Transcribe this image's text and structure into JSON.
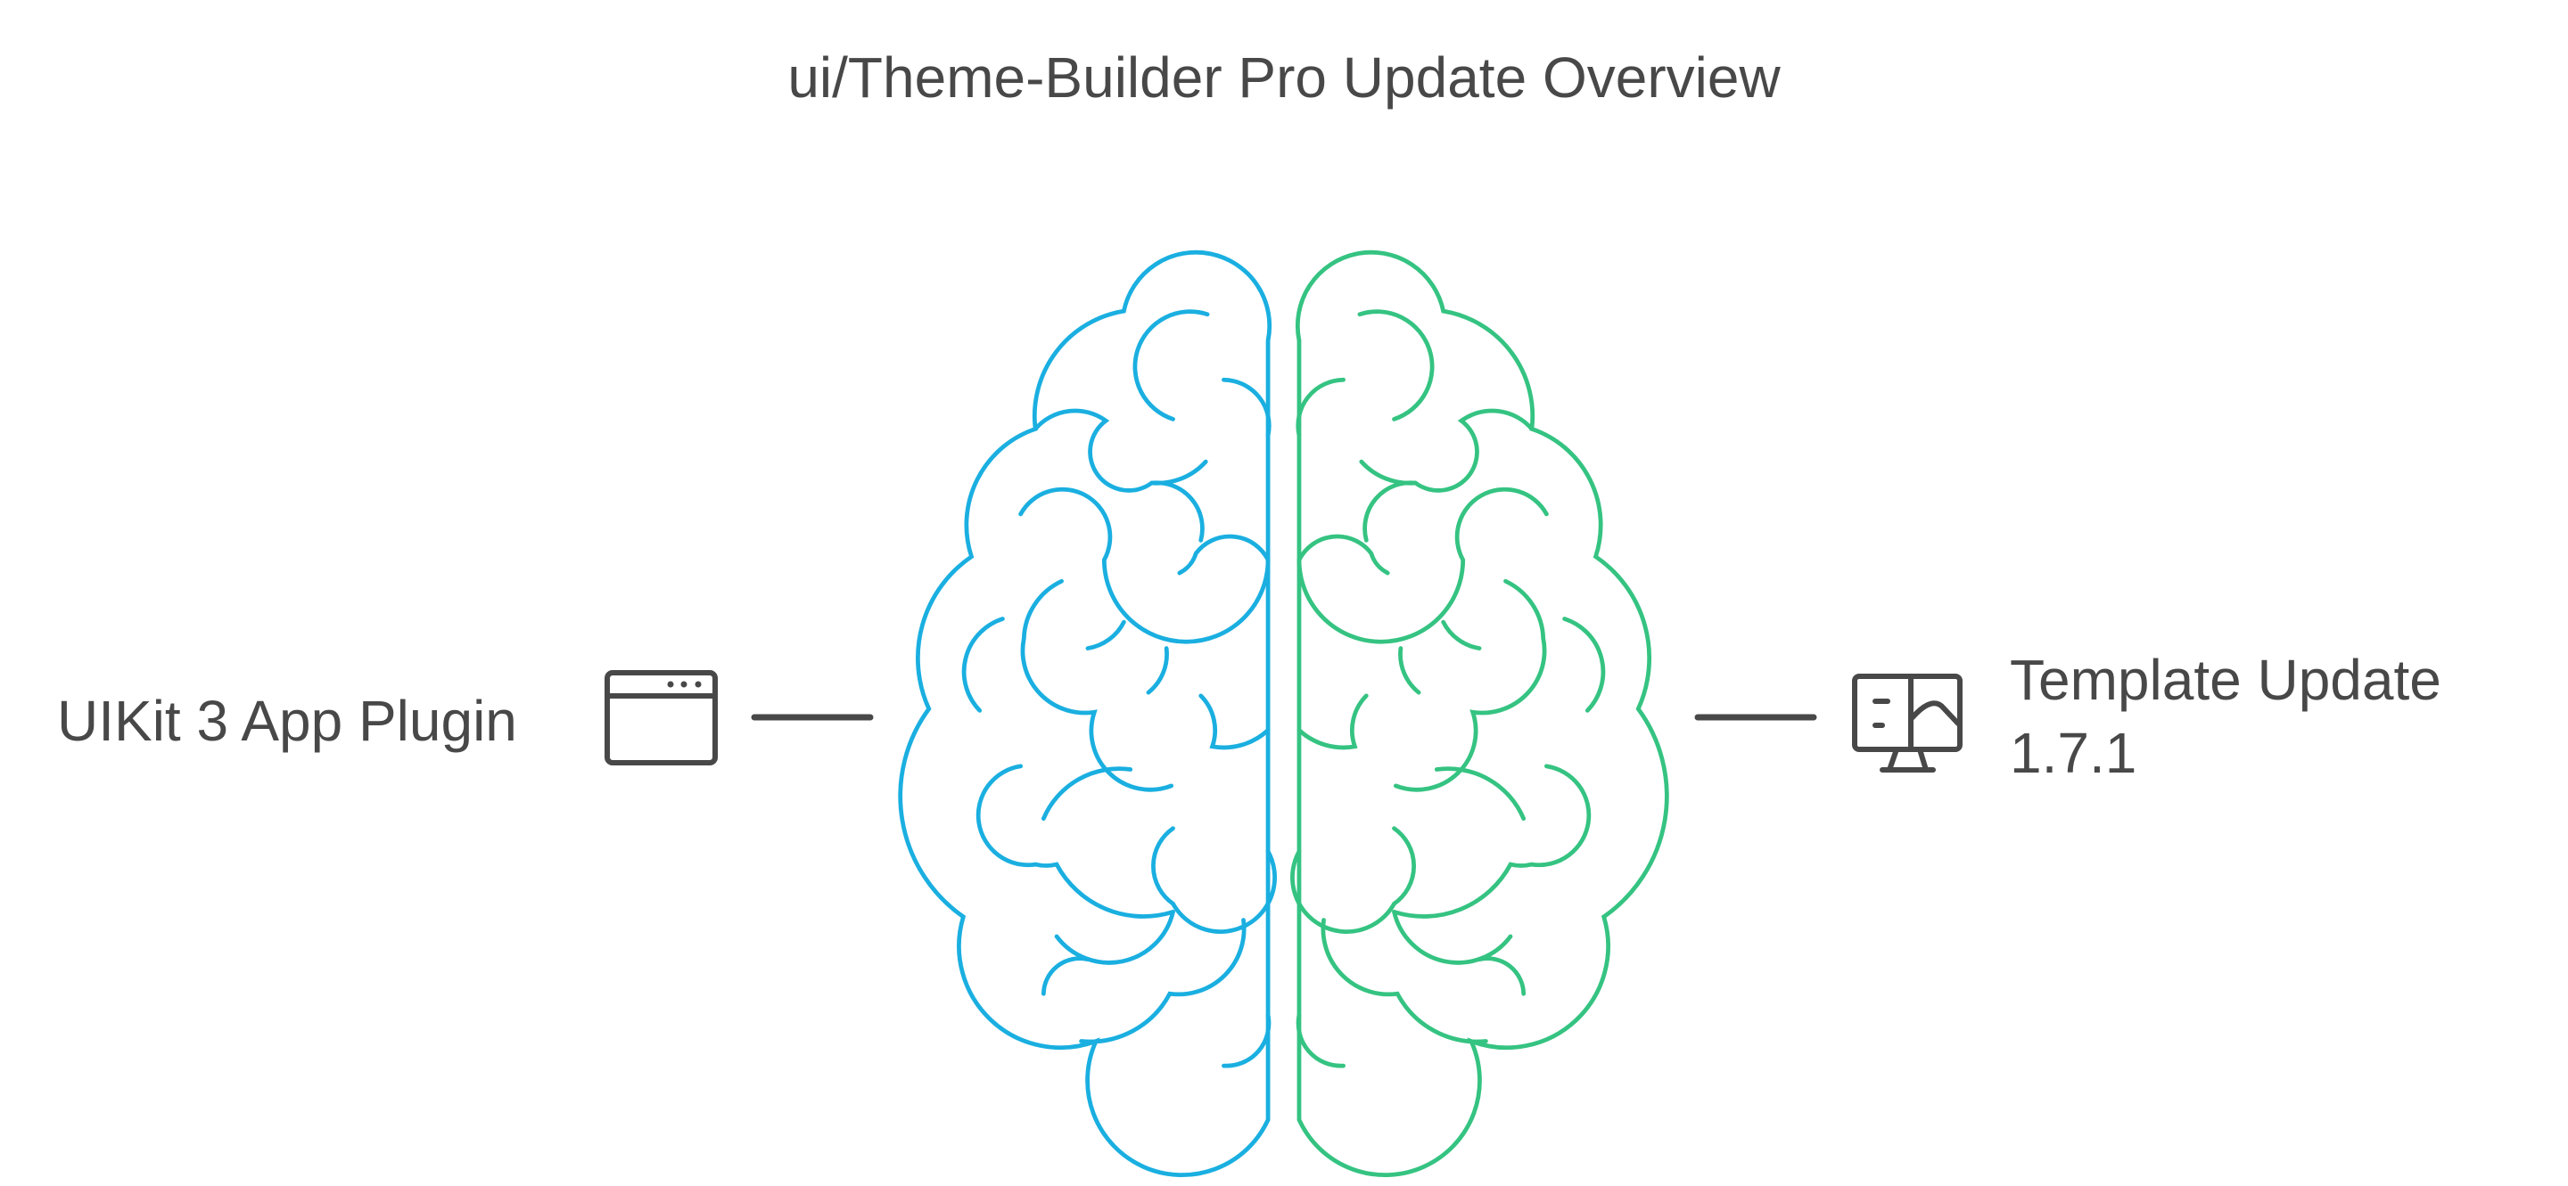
{
  "title": "ui/Theme-Builder Pro Update Overview",
  "left": {
    "label": "UIKit 3 App Plugin",
    "icon": "browser-window-icon"
  },
  "right": {
    "label_line1": "Template Update",
    "label_line2": "1.7.1",
    "icon": "monitor-template-icon"
  },
  "colors": {
    "left_hemisphere": "#1AAFE0",
    "right_hemisphere": "#35C382",
    "text": "#484848"
  }
}
